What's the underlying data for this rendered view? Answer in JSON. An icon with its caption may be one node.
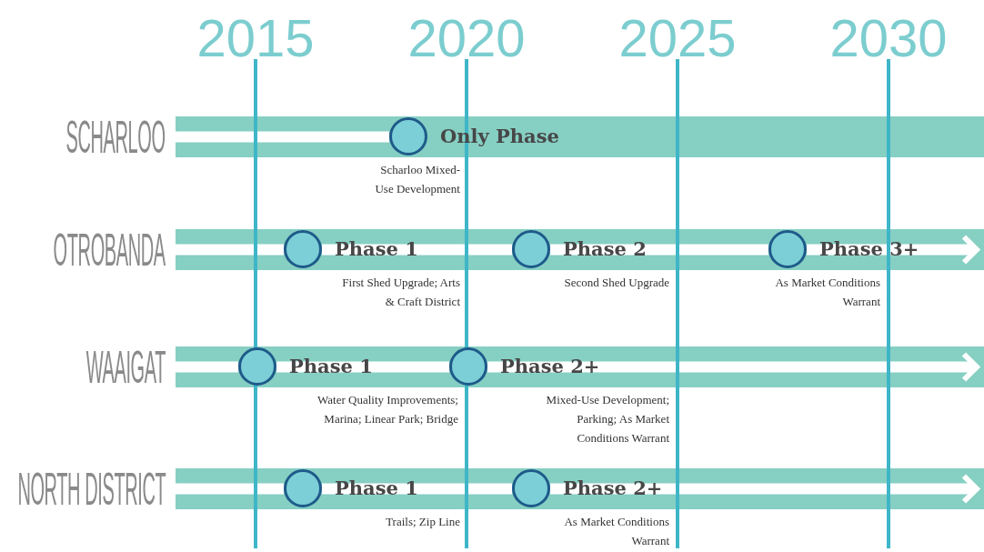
{
  "diagram": {
    "nodes": [
      {
        "text": [
          "SCHARLOO"
        ]
      },
      {
        "text": [
          "Only Phase"
        ],
        "in": 0
      },
      {
        "text": [
          "OTROBANDA"
        ]
      },
      {
        "text": [
          "Phase 1"
        ],
        "in": 2
      },
      {
        "text": [
          "Phase 2"
        ],
        "in": 2
      },
      {
        "text": [
          "Phase 3+"
        ],
        "in": 2
      },
      {
        "text": [
          "WAAIGAT"
        ]
      },
      {
        "text": [
          "Phase 1"
        ],
        "in": 6
      },
      {
        "text": [
          "Phase 2+"
        ],
        "in": 6
      },
      {
        "text": [
          "NORTH DISTRICT"
        ]
      },
      {
        "text": [
          "Phase 1"
        ],
        "in": 9
      },
      {
        "text": [
          "Phase 2+"
        ],
        "in": 9
      }
    ],
    "edges": [
      {
        "from": null,
        "to": 1,
        "arrow": "none"
      },
      {
        "from": null,
        "to": 3,
        "arrow": "none"
      },
      {
        "from": 3,
        "to": 4,
        "arrow": "none"
      },
      {
        "from": 4,
        "to": 5,
        "arrow": "none"
      },
      {
        "from": 5,
        "to": null,
        "arrow": "to"
      },
      {
        "from": null,
        "to": 7,
        "arrow": "none"
      },
      {
        "from": 7,
        "to": 8,
        "arrow": "none"
      },
      {
        "from": 8,
        "to": null,
        "arrow": "to"
      },
      {
        "from": null,
        "to": 10,
        "arrow": "none"
      },
      {
        "from": 10,
        "to": 11,
        "arrow": "none"
      },
      {
        "from": 11,
        "to": null,
        "arrow": "to"
      }
    ],
    "labels": [
      "2015",
      "2020",
      "2025",
      "2030",
      "Scharloo Mixed-Use Development",
      "First Shed Upgrade; Arts & Craft District",
      "Second Shed Upgrade",
      "As Market Conditions Warrant",
      "Water Quality Improvements; Marina; Linear Park; Bridge",
      "Mixed-Use Development; Parking; As Market Conditions Warrant",
      "Trails; Zip Line",
      "As Market Conditions Warrant"
    ]
  }
}
